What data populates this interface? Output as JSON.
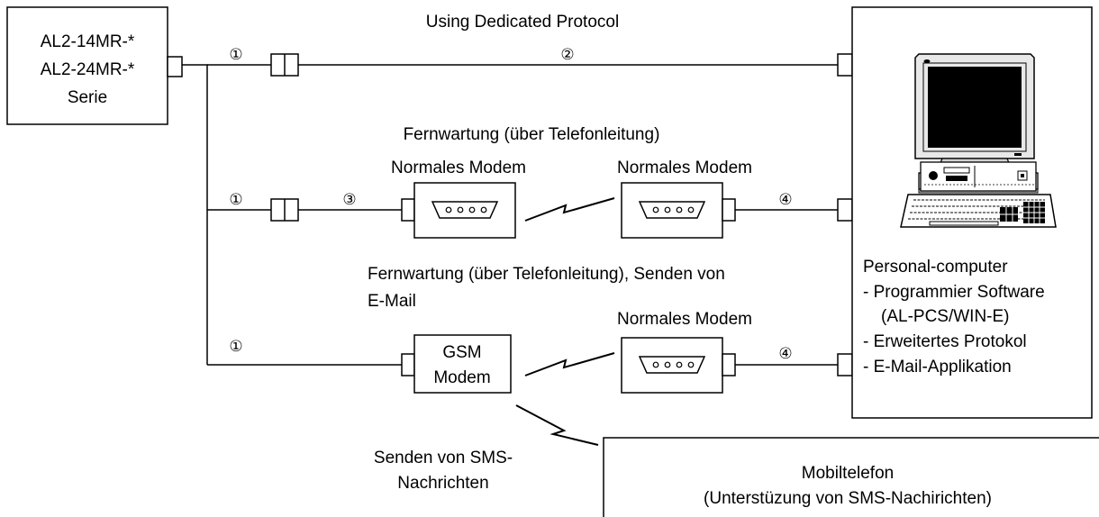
{
  "plc": {
    "line1": "AL2-14MR-*",
    "line2": "AL2-24MR-*",
    "line3": "Serie"
  },
  "markers": {
    "one": "①",
    "two": "②",
    "three": "③",
    "four": "④"
  },
  "routes": {
    "dedicated": "Using Dedicated Protocol",
    "remote_phone": "Fernwartung (über Telefonleitung)",
    "remote_email_line1": "Fernwartung (über Telefonleitung), Senden von",
    "remote_email_line2": "E-Mail"
  },
  "modems": {
    "normal_label": "Normales Modem",
    "gsm_line1": "GSM",
    "gsm_line2": "Modem"
  },
  "sms": {
    "line1": "Senden von SMS-",
    "line2": "Nachrichten"
  },
  "pc": {
    "title": "Personal-computer",
    "item1": "- Programmier Software",
    "item1b": "(AL-PCS/WIN-E)",
    "item2": "- Erweitertes Protokol",
    "item3": "- E-Mail-Applikation"
  },
  "mobile": {
    "line1": "Mobiltelefon",
    "line2": "(Unterstüzung von SMS-Nachirichten)"
  }
}
